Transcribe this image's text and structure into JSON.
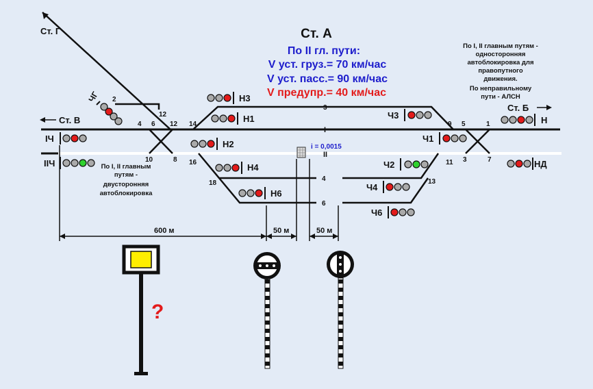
{
  "header": {
    "station": "Ст. А",
    "line1": "По II гл. пути:",
    "line2": "V уст. груз.= 70 км/час",
    "line3": "V уст. пасс.= 90 км/час",
    "line4": "V предупр.= 40 км/час"
  },
  "colors": {
    "blue": "#1d1dcc",
    "red": "#e31b1b",
    "green": "#2fd12f",
    "bg": "#e3ebf6"
  },
  "stations": {
    "g": "Ст. Г",
    "v": "Ст. В",
    "b": "Ст. Б"
  },
  "notes": {
    "right": [
      "По I, II главным путям -",
      "односторонняя",
      "автоблокировка для",
      "правопутного",
      "движения.",
      "По неправильному",
      "пути - АЛСН"
    ],
    "left": [
      "По I,  II главным",
      "путям -",
      "двусторонняя",
      "автоблокировка"
    ]
  },
  "gradient": "i = 0,0015",
  "tracks": {
    "t3": "3",
    "t1": "I",
    "t2": "II",
    "t4": "4",
    "t6": "6"
  },
  "switches": {
    "s2": "2",
    "s12a": "12",
    "s4": "4",
    "s6": "6",
    "s12": "12",
    "s14": "14",
    "s10": "10",
    "s8": "8",
    "s16": "16",
    "s18": "18",
    "s9": "9",
    "s5": "5",
    "s1": "1",
    "s11": "11",
    "s3": "3",
    "s7": "7",
    "s13": "13"
  },
  "signals": {
    "chg": "ЧГ",
    "n3": "Н3",
    "n1": "Н1",
    "n2": "Н2",
    "n4": "Н4",
    "n6": "Н6",
    "ich": "IЧ",
    "iich": "IIЧ",
    "ch3": "Ч3",
    "ch1": "Ч1",
    "ch2": "Ч2",
    "ch4": "Ч4",
    "ch6": "Ч6",
    "n": "Н",
    "nd": "НД"
  },
  "distances": {
    "d600": "600 м",
    "d50a": "50 м",
    "d50b": "50 м"
  },
  "question": "?"
}
